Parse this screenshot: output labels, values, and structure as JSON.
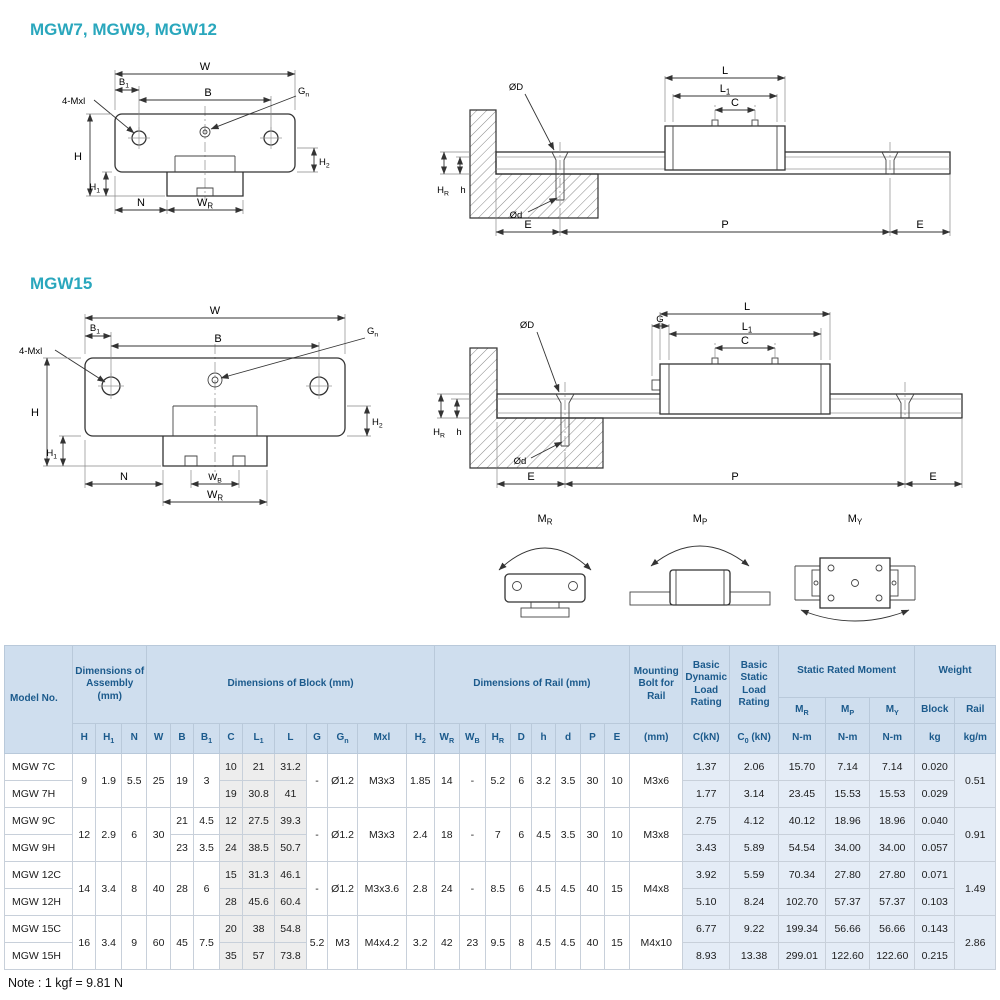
{
  "colors": {
    "accent": "#2aa7bd",
    "header_bg": "#cfdeee",
    "header_text": "#1b5a8c",
    "shade_gray": "#ededed",
    "shade_blue": "#e4ecf6"
  },
  "titles": {
    "group1": "MGW7, MGW9, MGW12",
    "group2": "MGW15"
  },
  "note": "Note : 1 kgf = 9.81 N",
  "drawing1": {
    "labels": {
      "w": "W",
      "b": "B",
      "b1": "B_1",
      "mxl": "4-Mxl",
      "gn": "G_n",
      "h": "H",
      "h1": "H_1",
      "h2": "H_2",
      "n": "N",
      "wr": "W_R"
    }
  },
  "drawing2": {
    "labels": {
      "l": "L",
      "l1": "L_1",
      "c": "C",
      "dD": "ØD",
      "dd": "Ød",
      "hr": "H_R",
      "h": "h",
      "e": "E",
      "p": "P",
      "e2": "E"
    }
  },
  "drawing3": {
    "labels": {
      "w": "W",
      "b": "B",
      "b1": "B_1",
      "mxl": "4-Mxl",
      "gn": "G_n",
      "h": "H",
      "h1": "H_1",
      "h2": "H_2",
      "n": "N",
      "wb": "W_B",
      "wr": "W_R"
    }
  },
  "drawing4": {
    "labels": {
      "g": "G",
      "l": "L",
      "l1": "L_1",
      "c": "C",
      "dD": "ØD",
      "dd": "Ød",
      "hr": "H_R",
      "h": "h",
      "e": "E",
      "p": "P",
      "e2": "E"
    }
  },
  "moments": {
    "mr": "M_R",
    "mp": "M_P",
    "my": "M_Y"
  },
  "table": {
    "headers": {
      "model": "Model No.",
      "assembly": "Dimensions of Assembly (mm)",
      "block": "Dimensions of Block (mm)",
      "rail": "Dimensions of Rail (mm)",
      "bolt": "Mounting Bolt for Rail",
      "dynamic": "Basic Dynamic Load Rating",
      "static": "Basic Static Load Rating",
      "moment": "Static Rated Moment",
      "weight": "Weight",
      "mr": "M_R",
      "mp": "M_P",
      "my": "M_Y",
      "block_col": "Block",
      "rail_col": "Rail",
      "cols": [
        "H",
        "H_1",
        "N",
        "W",
        "B",
        "B_1",
        "C",
        "L_1",
        "L",
        "G",
        "G_n",
        "Mxl",
        "H_2",
        "W_R",
        "W_B",
        "H_R",
        "D",
        "h",
        "d",
        "P",
        "E",
        "(mm)",
        "C(kN)",
        "C_0 (kN)",
        "N-m",
        "N-m",
        "N-m",
        "kg",
        "kg/m"
      ]
    },
    "rows": [
      [
        "MGW 7C",
        {
          "v": "9",
          "rs": 2
        },
        {
          "v": "1.9",
          "rs": 2
        },
        {
          "v": "5.5",
          "rs": 2
        },
        {
          "v": "25",
          "rs": 2
        },
        {
          "v": "19",
          "rs": 2
        },
        {
          "v": "3",
          "rs": 2
        },
        "10",
        "21",
        "31.2",
        {
          "v": "-",
          "rs": 2
        },
        {
          "v": "Ø1.2",
          "rs": 2
        },
        {
          "v": "M3x3",
          "rs": 2
        },
        {
          "v": "1.85",
          "rs": 2
        },
        {
          "v": "14",
          "rs": 2
        },
        {
          "v": "-",
          "rs": 2
        },
        {
          "v": "5.2",
          "rs": 2
        },
        {
          "v": "6",
          "rs": 2
        },
        {
          "v": "3.2",
          "rs": 2
        },
        {
          "v": "3.5",
          "rs": 2
        },
        {
          "v": "30",
          "rs": 2
        },
        {
          "v": "10",
          "rs": 2
        },
        {
          "v": "M3x6",
          "rs": 2
        },
        "1.37",
        "2.06",
        "15.70",
        "7.14",
        "7.14",
        "0.020",
        {
          "v": "0.51",
          "rs": 2
        }
      ],
      [
        "MGW 7H",
        "19",
        "30.8",
        "41",
        "1.77",
        "3.14",
        "23.45",
        "15.53",
        "15.53",
        "0.029"
      ],
      [
        "MGW 9C",
        {
          "v": "12",
          "rs": 2
        },
        {
          "v": "2.9",
          "rs": 2
        },
        {
          "v": "6",
          "rs": 2
        },
        {
          "v": "30",
          "rs": 2
        },
        "21",
        "4.5",
        "12",
        "27.5",
        "39.3",
        {
          "v": "-",
          "rs": 2
        },
        {
          "v": "Ø1.2",
          "rs": 2
        },
        {
          "v": "M3x3",
          "rs": 2
        },
        {
          "v": "2.4",
          "rs": 2
        },
        {
          "v": "18",
          "rs": 2
        },
        {
          "v": "-",
          "rs": 2
        },
        {
          "v": "7",
          "rs": 2
        },
        {
          "v": "6",
          "rs": 2
        },
        {
          "v": "4.5",
          "rs": 2
        },
        {
          "v": "3.5",
          "rs": 2
        },
        {
          "v": "30",
          "rs": 2
        },
        {
          "v": "10",
          "rs": 2
        },
        {
          "v": "M3x8",
          "rs": 2
        },
        "2.75",
        "4.12",
        "40.12",
        "18.96",
        "18.96",
        "0.040",
        {
          "v": "0.91",
          "rs": 2
        }
      ],
      [
        "MGW 9H",
        "23",
        "3.5",
        "24",
        "38.5",
        "50.7",
        "3.43",
        "5.89",
        "54.54",
        "34.00",
        "34.00",
        "0.057"
      ],
      [
        "MGW 12C",
        {
          "v": "14",
          "rs": 2
        },
        {
          "v": "3.4",
          "rs": 2
        },
        {
          "v": "8",
          "rs": 2
        },
        {
          "v": "40",
          "rs": 2
        },
        {
          "v": "28",
          "rs": 2
        },
        {
          "v": "6",
          "rs": 2
        },
        "15",
        "31.3",
        "46.1",
        {
          "v": "-",
          "rs": 2
        },
        {
          "v": "Ø1.2",
          "rs": 2
        },
        {
          "v": "M3x3.6",
          "rs": 2
        },
        {
          "v": "2.8",
          "rs": 2
        },
        {
          "v": "24",
          "rs": 2
        },
        {
          "v": "-",
          "rs": 2
        },
        {
          "v": "8.5",
          "rs": 2
        },
        {
          "v": "6",
          "rs": 2
        },
        {
          "v": "4.5",
          "rs": 2
        },
        {
          "v": "4.5",
          "rs": 2
        },
        {
          "v": "40",
          "rs": 2
        },
        {
          "v": "15",
          "rs": 2
        },
        {
          "v": "M4x8",
          "rs": 2
        },
        "3.92",
        "5.59",
        "70.34",
        "27.80",
        "27.80",
        "0.071",
        {
          "v": "1.49",
          "rs": 2
        }
      ],
      [
        "MGW 12H",
        "28",
        "45.6",
        "60.4",
        "5.10",
        "8.24",
        "102.70",
        "57.37",
        "57.37",
        "0.103"
      ],
      [
        "MGW 15C",
        {
          "v": "16",
          "rs": 2
        },
        {
          "v": "3.4",
          "rs": 2
        },
        {
          "v": "9",
          "rs": 2
        },
        {
          "v": "60",
          "rs": 2
        },
        {
          "v": "45",
          "rs": 2
        },
        {
          "v": "7.5",
          "rs": 2
        },
        "20",
        "38",
        "54.8",
        {
          "v": "5.2",
          "rs": 2
        },
        {
          "v": "M3",
          "rs": 2
        },
        {
          "v": "M4x4.2",
          "rs": 2
        },
        {
          "v": "3.2",
          "rs": 2
        },
        {
          "v": "42",
          "rs": 2
        },
        {
          "v": "23",
          "rs": 2
        },
        {
          "v": "9.5",
          "rs": 2
        },
        {
          "v": "8",
          "rs": 2
        },
        {
          "v": "4.5",
          "rs": 2
        },
        {
          "v": "4.5",
          "rs": 2
        },
        {
          "v": "40",
          "rs": 2
        },
        {
          "v": "15",
          "rs": 2
        },
        {
          "v": "M4x10",
          "rs": 2
        },
        "6.77",
        "9.22",
        "199.34",
        "56.66",
        "56.66",
        "0.143",
        {
          "v": "2.86",
          "rs": 2
        }
      ],
      [
        "MGW 15H",
        "35",
        "57",
        "73.8",
        "8.93",
        "13.38",
        "299.01",
        "122.60",
        "122.60",
        "0.215"
      ]
    ]
  }
}
